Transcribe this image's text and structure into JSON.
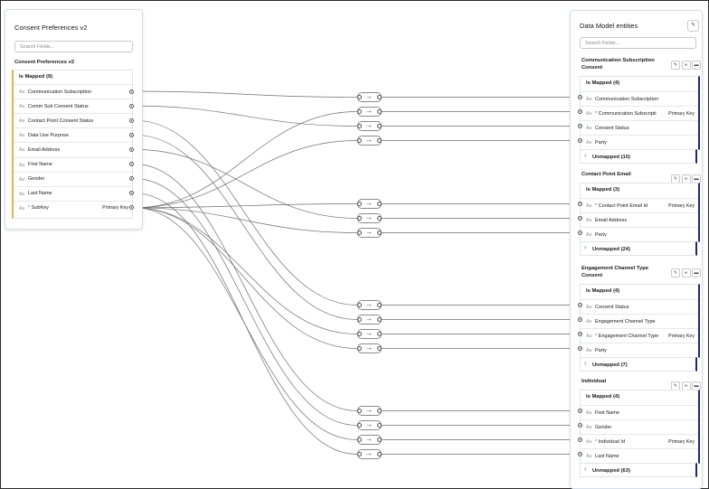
{
  "left": {
    "title": "Consent Preferences v2",
    "search_placeholder": "Search Fields...",
    "section_title": "Consent Preferences v2",
    "mapped_header": "Is Mapped (9)",
    "fields": [
      {
        "label": "Communication Subscription",
        "required": false,
        "pk": ""
      },
      {
        "label": "Comm Sub Consent Status",
        "required": false,
        "pk": ""
      },
      {
        "label": "Contact Point Consent Status",
        "required": false,
        "pk": ""
      },
      {
        "label": "Data Use Purpose",
        "required": false,
        "pk": ""
      },
      {
        "label": "Email Address",
        "required": false,
        "pk": ""
      },
      {
        "label": "First Name",
        "required": false,
        "pk": ""
      },
      {
        "label": "Gender",
        "required": false,
        "pk": ""
      },
      {
        "label": "Last Name",
        "required": false,
        "pk": ""
      },
      {
        "label": "SubKey",
        "required": true,
        "pk": "Primary Key"
      }
    ]
  },
  "right": {
    "title": "Data Model entities",
    "search_placeholder": "Search Fields...",
    "entities": [
      {
        "title_line1": "Communication Subscription",
        "title_line2": "Consent",
        "mapped_header": "Is Mapped (4)",
        "fields": [
          {
            "label": "Communication Subscription",
            "required": false,
            "pk": ""
          },
          {
            "label": "Communication Subscripti",
            "required": true,
            "pk": "Primary Key"
          },
          {
            "label": "Consent Status",
            "required": false,
            "pk": ""
          },
          {
            "label": "Party",
            "required": false,
            "pk": ""
          }
        ],
        "unmapped": "Unmapped (10)"
      },
      {
        "title_line1": "Contact Point Email",
        "title_line2": "",
        "mapped_header": "Is Mapped (3)",
        "fields": [
          {
            "label": "Contact Point Email Id",
            "required": true,
            "pk": "Primary Key"
          },
          {
            "label": "Email Address",
            "required": false,
            "pk": ""
          },
          {
            "label": "Party",
            "required": false,
            "pk": ""
          }
        ],
        "unmapped": "Unmapped (24)"
      },
      {
        "title_line1": "Engagement Channel Type",
        "title_line2": "Consent",
        "mapped_header": "Is Mapped (4)",
        "fields": [
          {
            "label": "Consent Status",
            "required": false,
            "pk": ""
          },
          {
            "label": "Engagement Channel Type",
            "required": false,
            "pk": ""
          },
          {
            "label": "Engagement Channel Type",
            "required": true,
            "pk": "Primary Key"
          },
          {
            "label": "Party",
            "required": false,
            "pk": ""
          }
        ],
        "unmapped": "Unmapped (7)"
      },
      {
        "title_line1": "Individual",
        "title_line2": "",
        "mapped_header": "Is Mapped (4)",
        "fields": [
          {
            "label": "First Name",
            "required": false,
            "pk": ""
          },
          {
            "label": "Gender",
            "required": false,
            "pk": ""
          },
          {
            "label": "Individual Id",
            "required": true,
            "pk": "Primary Key"
          },
          {
            "label": "Last Name",
            "required": false,
            "pk": ""
          }
        ],
        "unmapped": "Unmapped (63)"
      }
    ]
  },
  "icons": {
    "field_type": "Aa",
    "edit": "pencil-icon",
    "link": "link-icon",
    "delete": "trash-icon",
    "transform": "arrow-right-icon",
    "chevron": "chevron-right-icon"
  },
  "mappings": [
    {
      "from": 0,
      "to": 0
    },
    {
      "from": 8,
      "to": 1
    },
    {
      "from": 1,
      "to": 2
    },
    {
      "from": 8,
      "to": 3
    },
    {
      "from": 8,
      "to": 4
    },
    {
      "from": 4,
      "to": 5
    },
    {
      "from": 8,
      "to": 6
    },
    {
      "from": 2,
      "to": 7
    },
    {
      "from": 3,
      "to": 8
    },
    {
      "from": 8,
      "to": 9
    },
    {
      "from": 8,
      "to": 10
    },
    {
      "from": 5,
      "to": 11
    },
    {
      "from": 6,
      "to": 12
    },
    {
      "from": 8,
      "to": 13
    },
    {
      "from": 7,
      "to": 14
    }
  ]
}
